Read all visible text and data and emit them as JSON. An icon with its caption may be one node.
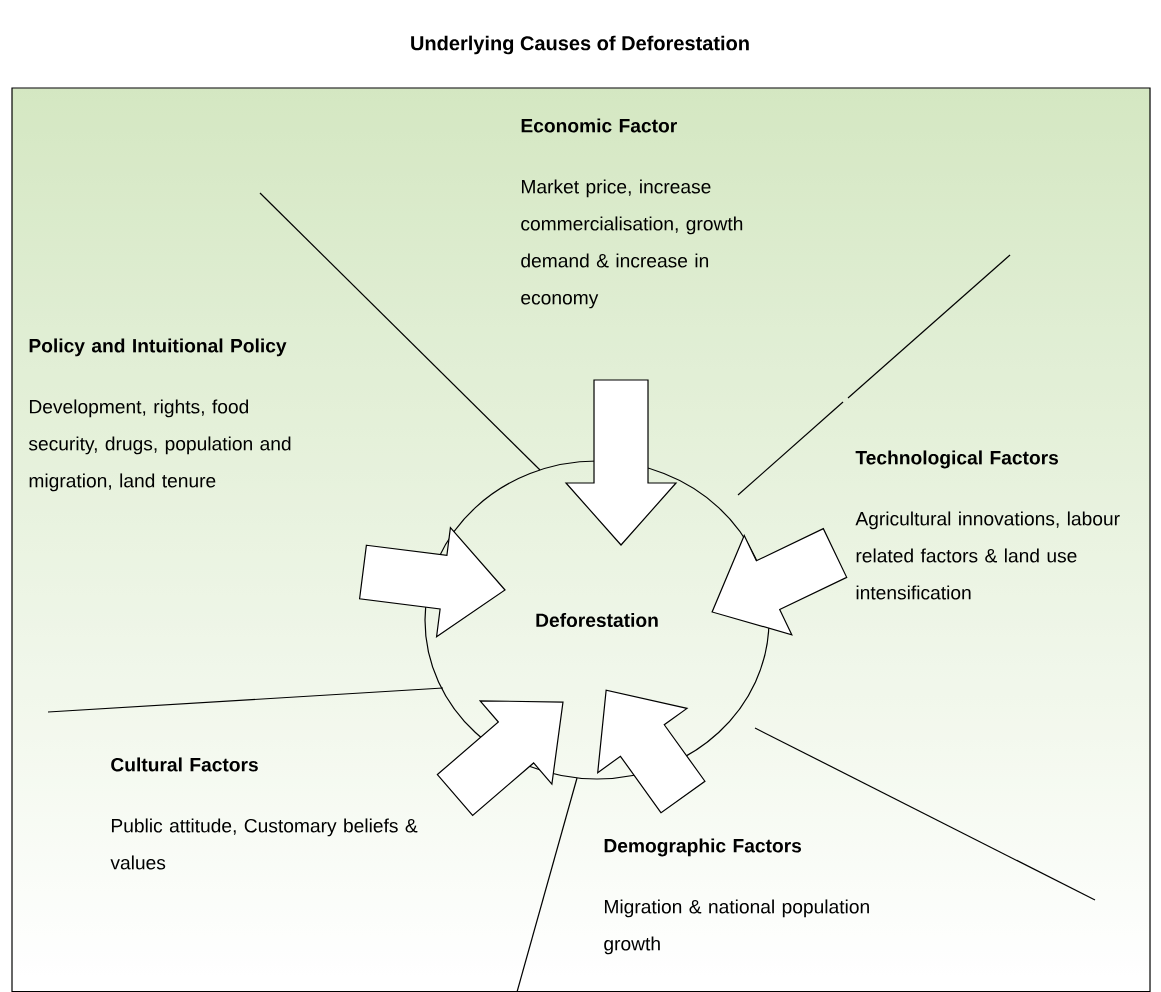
{
  "diagram": {
    "title": "Underlying Causes of Deforestation",
    "nodes": [
      {
        "text": [
          "Economic Factor",
          "Market price, increase commercialisation, growth demand & increase in economy"
        ]
      },
      {
        "text": [
          "Policy and Intuitional Policy",
          "Development, rights, food security, drugs, population and migration, land tenure"
        ]
      },
      {
        "text": [
          "Technological Factors",
          "Agricultural innovations, labour related factors & land use intensification"
        ]
      },
      {
        "text": [
          "Deforestation"
        ]
      },
      {
        "text": [
          "Cultural Factors",
          "Public attitude, Customary beliefs & values"
        ]
      },
      {
        "text": [
          "Demographic Factors",
          "Migration & national population growth"
        ]
      }
    ],
    "edges": [
      {
        "from": 0,
        "to": 3,
        "arrow": "to"
      },
      {
        "from": 1,
        "to": 3,
        "arrow": "to"
      },
      {
        "from": 2,
        "to": 3,
        "arrow": "to"
      },
      {
        "from": 4,
        "to": 3,
        "arrow": "to"
      },
      {
        "from": 5,
        "to": 3,
        "arrow": "to"
      }
    ]
  }
}
